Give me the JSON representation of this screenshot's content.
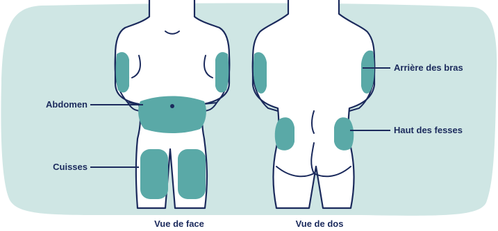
{
  "colors": {
    "background_blob": "#cfe6e4",
    "zone_fill": "#5aa9a7",
    "outline": "#1b2a5c",
    "body_fill": "#ffffff",
    "text": "#1b2a5c"
  },
  "labels": {
    "abdomen": "Abdomen",
    "thighs": "Cuisses",
    "back_of_arms": "Arrière des bras",
    "upper_buttocks": "Haut des fesses"
  },
  "captions": {
    "front": "Vue de face",
    "back": "Vue de dos"
  },
  "icons": {
    "front_figure": "front-body-figure",
    "back_figure": "back-body-figure"
  }
}
